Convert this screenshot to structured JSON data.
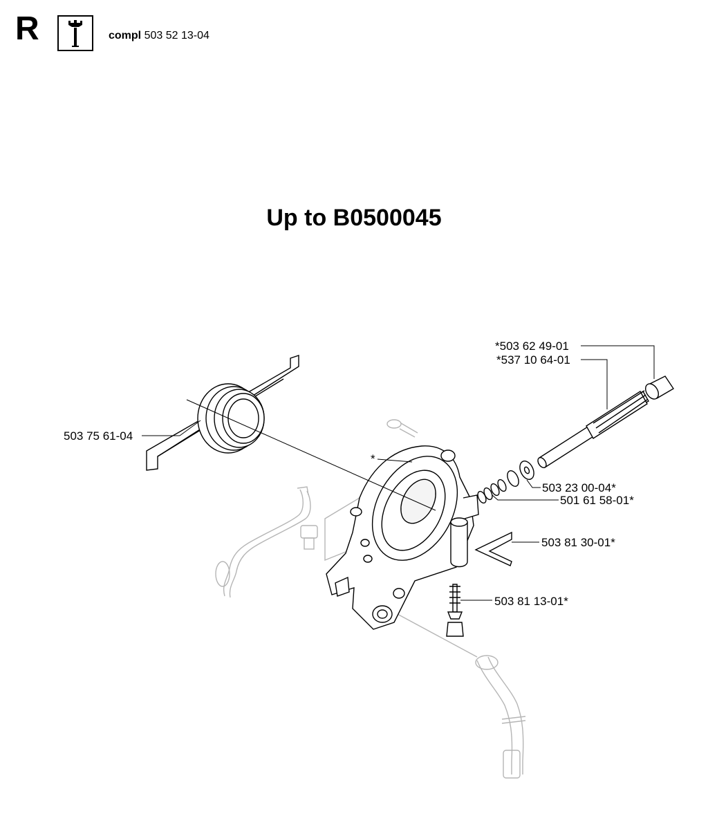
{
  "header": {
    "section_letter": "R",
    "info_icon": "wrench-info-icon",
    "compl_word": "compl",
    "compl_part": "503 52 13-04"
  },
  "title": "Up to B0500045",
  "diagram": {
    "asterisk_mark": "*",
    "parts": [
      {
        "number": "503 75 61-04"
      },
      {
        "number": "*503 62 49-01"
      },
      {
        "number": "*537 10 64-01"
      },
      {
        "number": "503 23 00-04*"
      },
      {
        "number": "501 61 58-01*"
      },
      {
        "number": "503 81 30-01*"
      },
      {
        "number": "503 81 13-01*"
      }
    ]
  }
}
